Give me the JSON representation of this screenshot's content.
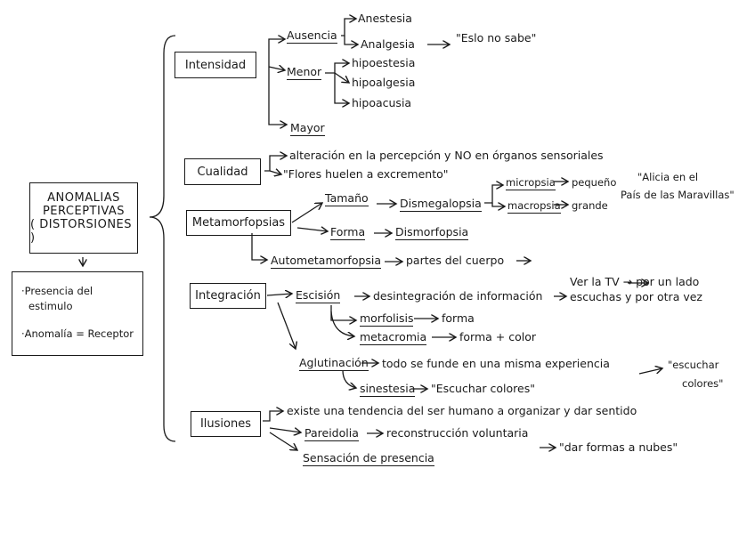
{
  "root": {
    "title_lines": [
      "ANOMALIAS",
      "PERCEPTIVAS",
      "( DISTORSIONES )"
    ],
    "notes": [
      "·Presencia del",
      "estimulo",
      "·Anomalía = Receptor"
    ]
  },
  "intensidad": {
    "label": "Intensidad",
    "ausencia": "Ausencia",
    "anestesia": "Anestesia",
    "analgesia": "Analgesia",
    "eslo_no_sabe": "\"Eslo no sabe\"",
    "menor": "Menor",
    "hipoestesia": "hipoestesia",
    "hipoalgesia": "hipoalgesia",
    "hipoacusia": "hipoacusia",
    "mayor": "Mayor"
  },
  "cualidad": {
    "label": "Cualidad",
    "line1": "alteración en la percepción y NO en órganos sensoriales",
    "line2": "\"Flores huelen a excremento\""
  },
  "metamorfopsias": {
    "label": "Metamorfopsias",
    "tamano": "Tamaño",
    "dismegalopsia": "Dismegalopsia",
    "micropsia": "micropsia",
    "pequeno": "pequeño",
    "macropsia": "macropsia",
    "grande": "grande",
    "alicia": [
      "\"Alicia en el",
      "País de las Maravillas\""
    ],
    "forma": "Forma",
    "dismorfopsia": "Dismorfopsia",
    "autometamorfopsia": "Autometamorfopsia",
    "partes_cuerpo": "partes del cuerpo"
  },
  "integracion": {
    "label": "Integración",
    "escision": "Escisión",
    "desintegracion": "desintegración de información",
    "ver_tv": "Ver la TV → por un lado",
    "escuchas": "escuchas y por otra vez",
    "morfolisis": "morfolisis",
    "forma": "forma",
    "metacromia": "metacromia",
    "forma_color": "forma + color",
    "aglutinacion": "Aglutinación",
    "todo_se_funde": "todo se funde en una misma experiencia",
    "escuchar_colores": [
      "\"escuchar",
      "colores\""
    ],
    "sinestesia": "sinestesia",
    "escuchar_colores2": "\"Escuchar colores\""
  },
  "ilusiones": {
    "label": "Ilusiones",
    "tendencia": "existe una tendencia del ser humano a organizar y dar sentido",
    "pareidolia": "Pareidolia",
    "reconstruccion": "reconstrucción voluntaria",
    "dar_formas": "\"dar formas a nubes\"",
    "sensacion": "Sensación de presencia"
  }
}
